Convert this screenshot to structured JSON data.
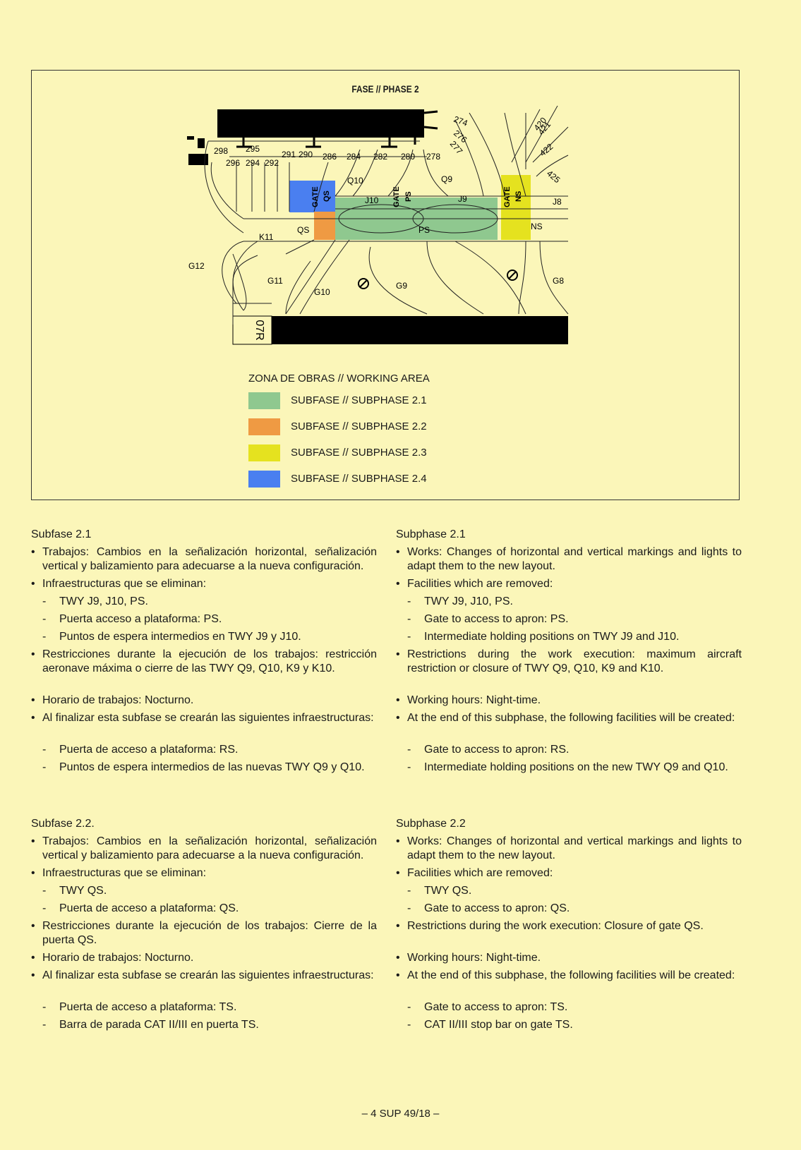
{
  "figure": {
    "title": "FASE // PHASE 2",
    "map_labels": {
      "stands": [
        "298",
        "295",
        "296",
        "294",
        "292",
        "291",
        "290",
        "286",
        "284",
        "282",
        "280",
        "278",
        "274",
        "276",
        "277",
        "420",
        "421",
        "422",
        "425"
      ],
      "taxiways": [
        "Q10",
        "Q9",
        "J10",
        "J9",
        "J8",
        "K11",
        "QS",
        "PS",
        "NS",
        "G12",
        "G11",
        "G10",
        "G9",
        "G8"
      ],
      "gates": [
        "GATE",
        "QS",
        "GATE",
        "PS",
        "GATE",
        "NS"
      ],
      "runway": "07R"
    },
    "colors": {
      "subphase_2_1": "#8fc88f",
      "subphase_2_2": "#ef9a43",
      "subphase_2_3": "#e5e21f",
      "subphase_2_4": "#4a7ff0"
    },
    "legend": {
      "title": "ZONA DE OBRAS // WORKING AREA",
      "items": [
        {
          "label": "SUBFASE // SUBPHASE 2.1",
          "color": "#8fc88f"
        },
        {
          "label": "SUBFASE // SUBPHASE 2.2",
          "color": "#ef9a43"
        },
        {
          "label": "SUBFASE // SUBPHASE 2.3",
          "color": "#e5e21f"
        },
        {
          "label": "SUBFASE // SUBPHASE 2.4",
          "color": "#4a7ff0"
        }
      ]
    }
  },
  "es": {
    "s1": {
      "title": "Subfase 2.1",
      "b1": "Trabajos: Cambios en la señalización horizontal, señalización vertical y balizamiento para adecuarse a la nueva configuración.",
      "b2": "Infraestructuras que se eliminan:",
      "b2_items": [
        "TWY J9, J10, PS.",
        "Puerta acceso a plataforma: PS.",
        "Puntos de espera intermedios en TWY J9 y J10."
      ],
      "b3": "Restricciones durante la ejecución de los trabajos: restricción aeronave máxima o cierre de las TWY Q9, Q10, K9 y K10.",
      "b4": "Horario de trabajos: Nocturno.",
      "b5": "Al finalizar esta subfase se crearán las siguientes infraestructuras:",
      "b5_items": [
        "Puerta de acceso a plataforma: RS.",
        "Puntos de espera intermedios de las nuevas TWY Q9 y Q10."
      ]
    },
    "s2": {
      "title": "Subfase 2.2.",
      "b1": "Trabajos: Cambios en la señalización horizontal, señalización vertical y balizamiento para adecuarse a la nueva configuración.",
      "b2": "Infraestructuras que se eliminan:",
      "b2_items": [
        "TWY QS.",
        "Puerta de acceso a plataforma: QS."
      ],
      "b3": "Restricciones durante la ejecución de los trabajos: Cierre de la puerta QS.",
      "b4": "Horario de trabajos: Nocturno.",
      "b5": "Al finalizar esta subfase se crearán las siguientes infraestructuras:",
      "b5_items": [
        "Puerta de acceso a plataforma: TS.",
        "Barra de parada CAT II/III en puerta TS."
      ]
    }
  },
  "en": {
    "s1": {
      "title": "Subphase 2.1",
      "b1": "Works: Changes of horizontal and vertical markings and lights to adapt them to the new layout.",
      "b2": "Facilities which are removed:",
      "b2_items": [
        "TWY J9, J10, PS.",
        "Gate to access to apron: PS.",
        "Intermediate holding positions on TWY J9 and J10."
      ],
      "b3": "Restrictions during the work execution: maximum aircraft restriction or closure of TWY Q9, Q10, K9 and K10.",
      "b4": "Working hours: Night-time.",
      "b5": "At the end of this subphase, the following facilities will be created:",
      "b5_items": [
        "Gate to access to apron: RS.",
        "Intermediate holding positions on the new TWY Q9 and Q10."
      ]
    },
    "s2": {
      "title": "Subphase 2.2",
      "b1": "Works: Changes of horizontal and vertical markings and lights to adapt them to the new layout.",
      "b2": "Facilities which are removed:",
      "b2_items": [
        "TWY QS.",
        "Gate to access to apron: QS."
      ],
      "b3": "Restrictions during the work execution: Closure of gate QS.",
      "b4": "Working hours: Night-time.",
      "b5": "At the end of this subphase, the following facilities will be created:",
      "b5_items": [
        "Gate to access to apron: TS.",
        "CAT II/III stop bar on gate TS."
      ]
    }
  },
  "footer": "– 4 SUP 49/18 –"
}
